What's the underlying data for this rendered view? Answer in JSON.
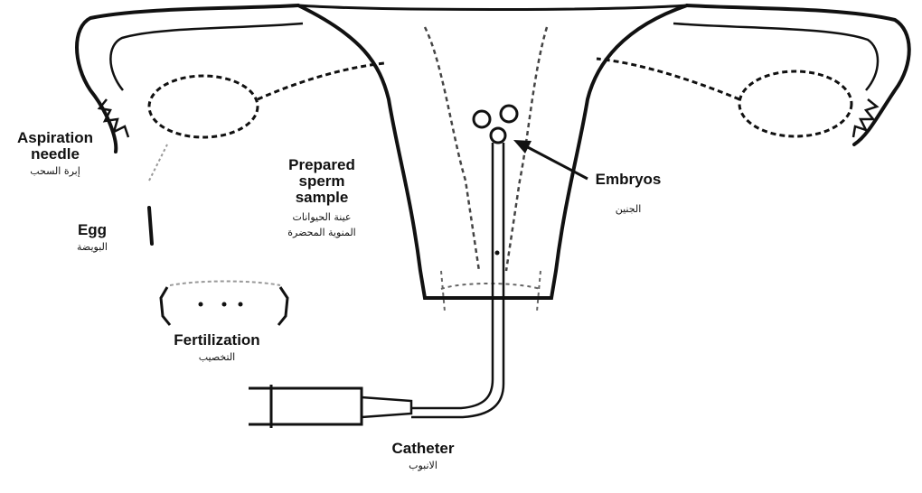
{
  "labels": {
    "aspiration_needle": {
      "en": "Aspiration\nneedle",
      "ar": "إبرة السحب"
    },
    "egg": {
      "en": "Egg",
      "ar": "البويضة"
    },
    "prepared_sperm": {
      "en": "Prepared\nsperm\nsample",
      "ar": "عينة الحيوانات\nالمنوية المحضرة"
    },
    "embryos": {
      "en": "Embryos",
      "ar": "الجنين"
    },
    "fertilization": {
      "en": "Fertilization",
      "ar": "التخصيب"
    },
    "catheter": {
      "en": "Catheter",
      "ar": "الانبوب"
    }
  }
}
